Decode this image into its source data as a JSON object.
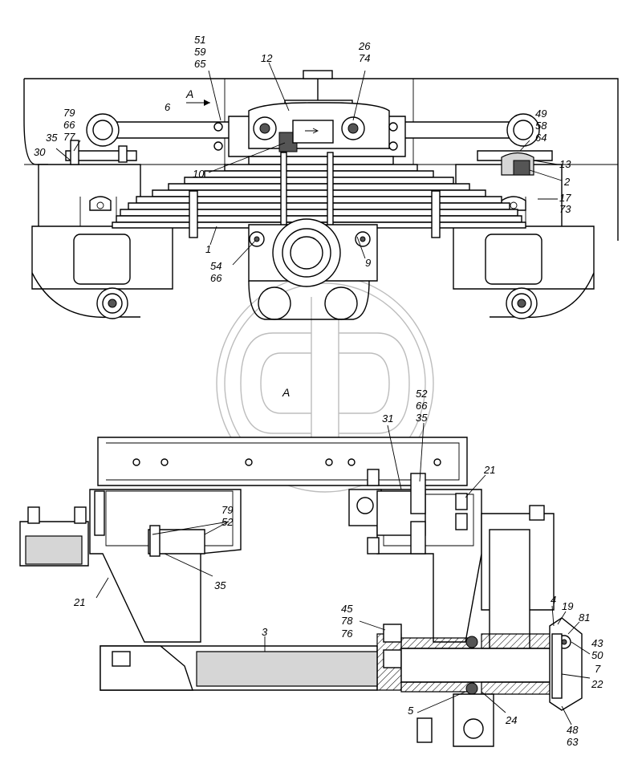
{
  "view_arrow_label": "A",
  "view_title": "A",
  "callouts": {
    "c51": "51",
    "c59": "59",
    "c65": "65",
    "c12": "12",
    "c26": "26",
    "c74": "74",
    "c79a": "79",
    "c66a": "66",
    "c77": "77",
    "c35a": "35",
    "c30": "30",
    "c6": "6",
    "c49": "49",
    "c58": "58",
    "c64": "64",
    "c13": "13",
    "c2": "2",
    "c10": "10",
    "c17": "17",
    "c73": "73",
    "c1": "1",
    "c54": "54",
    "c66b": "66",
    "c9": "9",
    "c52a": "52",
    "c66c": "66",
    "c35b": "35",
    "c31": "31",
    "c21a": "21",
    "c79b": "79",
    "c52b": "52",
    "c35c": "35",
    "c21b": "21",
    "c3": "3",
    "c45": "45",
    "c78": "78",
    "c76": "76",
    "c4": "4",
    "c19": "19",
    "c81": "81",
    "c43": "43",
    "c50": "50",
    "c7": "7",
    "c22": "22",
    "c5": "5",
    "c24": "24",
    "c48": "48",
    "c63": "63"
  }
}
